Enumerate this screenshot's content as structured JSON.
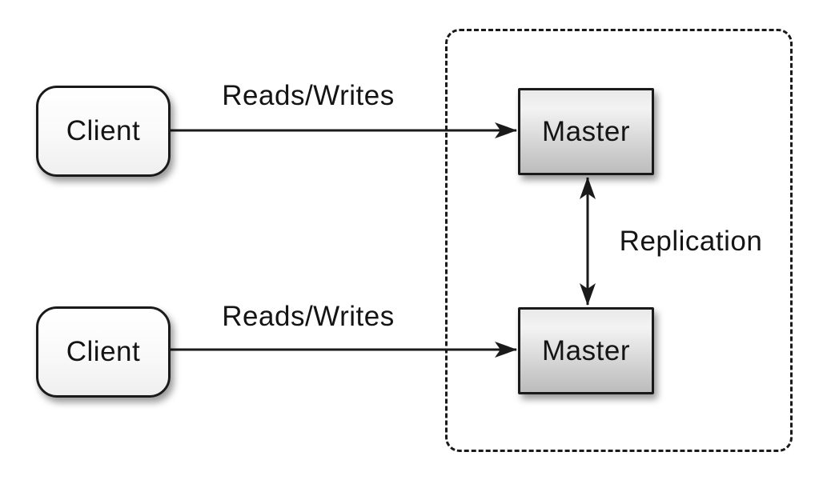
{
  "nodes": {
    "client_top": {
      "label": "Client"
    },
    "client_bottom": {
      "label": "Client"
    },
    "master_top": {
      "label": "Master"
    },
    "master_bottom": {
      "label": "Master"
    }
  },
  "edges": {
    "reads_writes_top": {
      "label": "Reads/Writes"
    },
    "reads_writes_bottom": {
      "label": "Reads/Writes"
    },
    "replication": {
      "label": "Replication"
    }
  },
  "colors": {
    "background": "#ffffff",
    "stroke": "#1a1a1a",
    "client_fill_top": "#ffffff",
    "client_fill_bottom": "#efefef",
    "master_fill_top": "#e9e9e9",
    "master_fill_bottom": "#bcbcbc",
    "text": "#141414"
  }
}
